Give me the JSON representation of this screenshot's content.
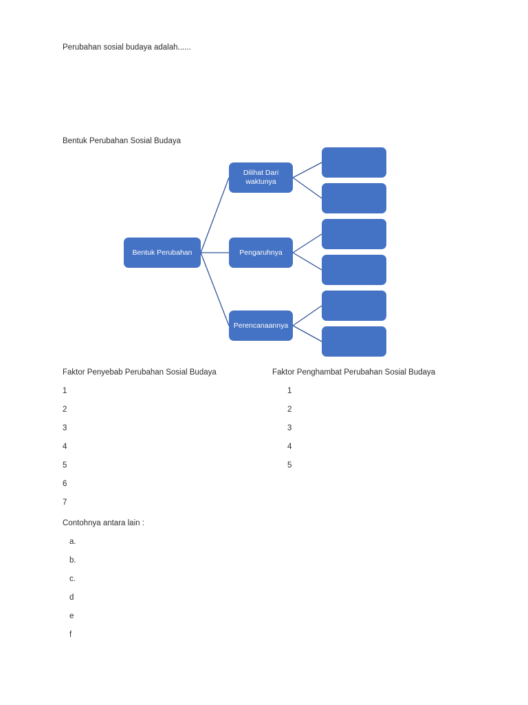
{
  "document": {
    "intro_line": "Perubahan sosial budaya adalah......",
    "diagram_heading": "Bentuk Perubahan Sosial Budaya"
  },
  "diagram": {
    "type": "hierarchy",
    "node_fill": "#4472C4",
    "node_text_color": "#FFFFFF",
    "connector_color": "#2F5597",
    "root": {
      "label": "Bentuk Perubahan"
    },
    "branches": [
      {
        "label": "Dilihat Dari waktunya",
        "leaves": [
          "",
          ""
        ]
      },
      {
        "label": "Pengaruhnya",
        "leaves": [
          "",
          ""
        ]
      },
      {
        "label": "Perencanaannya",
        "leaves": [
          "",
          ""
        ]
      }
    ]
  },
  "factors": {
    "left": {
      "heading": "Faktor Penyebab Perubahan Sosial Budaya",
      "items": [
        "1",
        "2",
        "3",
        "4",
        "5",
        "6",
        "7"
      ]
    },
    "right": {
      "heading": "Faktor Penghambat Perubahan Sosial Budaya",
      "items": [
        "1",
        "2",
        "3",
        "4",
        "5"
      ]
    }
  },
  "examples": {
    "heading": "Contohnya antara lain :",
    "items": [
      "a.",
      "b.",
      "c.",
      "d",
      "e",
      "f"
    ]
  }
}
